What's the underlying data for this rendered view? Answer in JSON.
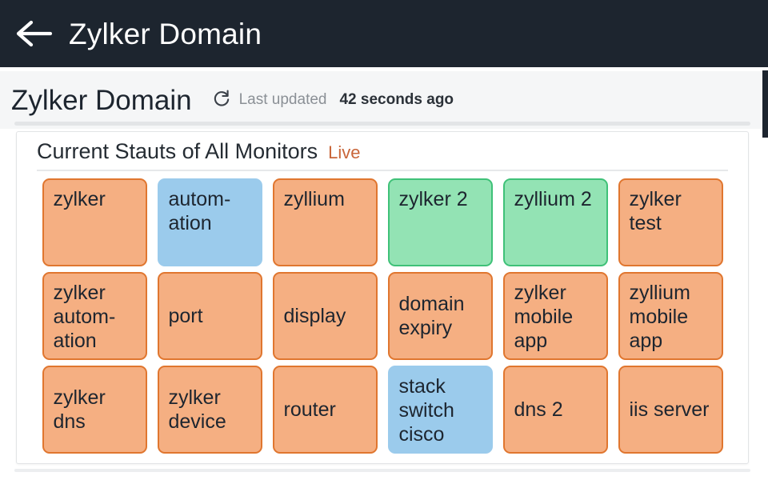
{
  "navbar": {
    "back_icon": "back-arrow-icon",
    "title": "Zylker Domain"
  },
  "subheader": {
    "title": "Zylker Domain",
    "refresh_icon": "refresh-icon",
    "updated_label": "Last updated",
    "updated_value": "42 seconds ago"
  },
  "card": {
    "title": "Current Stauts of All Monitors",
    "live_label": "Live",
    "colors": {
      "down_fill": "#f5af82",
      "down_border": "#e0762f",
      "up_fill": "#93e3b4",
      "up_border": "#3fc178",
      "unknown_fill": "#9bcbec",
      "accent_live": "#c9663a",
      "navbar_bg": "#1d252f"
    },
    "rows": [
      [
        {
          "label": "zylker",
          "status": "down",
          "align": "top"
        },
        {
          "label": "autom-ation",
          "status": "unknown",
          "align": "top"
        },
        {
          "label": "zyllium",
          "status": "down",
          "align": "top"
        },
        {
          "label": "zylker 2",
          "status": "up",
          "align": "top"
        },
        {
          "label": "zyllium 2",
          "status": "up",
          "align": "top"
        },
        {
          "label": "zylker test",
          "status": "down",
          "align": "top"
        }
      ],
      [
        {
          "label": "zylker autom-ation",
          "status": "down",
          "align": "top"
        },
        {
          "label": "port",
          "status": "down",
          "align": "center"
        },
        {
          "label": "display",
          "status": "down",
          "align": "center"
        },
        {
          "label": "domain expiry",
          "status": "down",
          "align": "center"
        },
        {
          "label": "zylker mobile app",
          "status": "down",
          "align": "top"
        },
        {
          "label": "zyllium mobile app",
          "status": "down",
          "align": "top"
        }
      ],
      [
        {
          "label": "zylker dns",
          "status": "down",
          "align": "center"
        },
        {
          "label": "zylker device",
          "status": "down",
          "align": "center"
        },
        {
          "label": "router",
          "status": "down",
          "align": "center"
        },
        {
          "label": "stack switch cisco",
          "status": "unknown",
          "align": "top"
        },
        {
          "label": "dns 2",
          "status": "down",
          "align": "center"
        },
        {
          "label": "iis server",
          "status": "down",
          "align": "center"
        }
      ]
    ]
  }
}
